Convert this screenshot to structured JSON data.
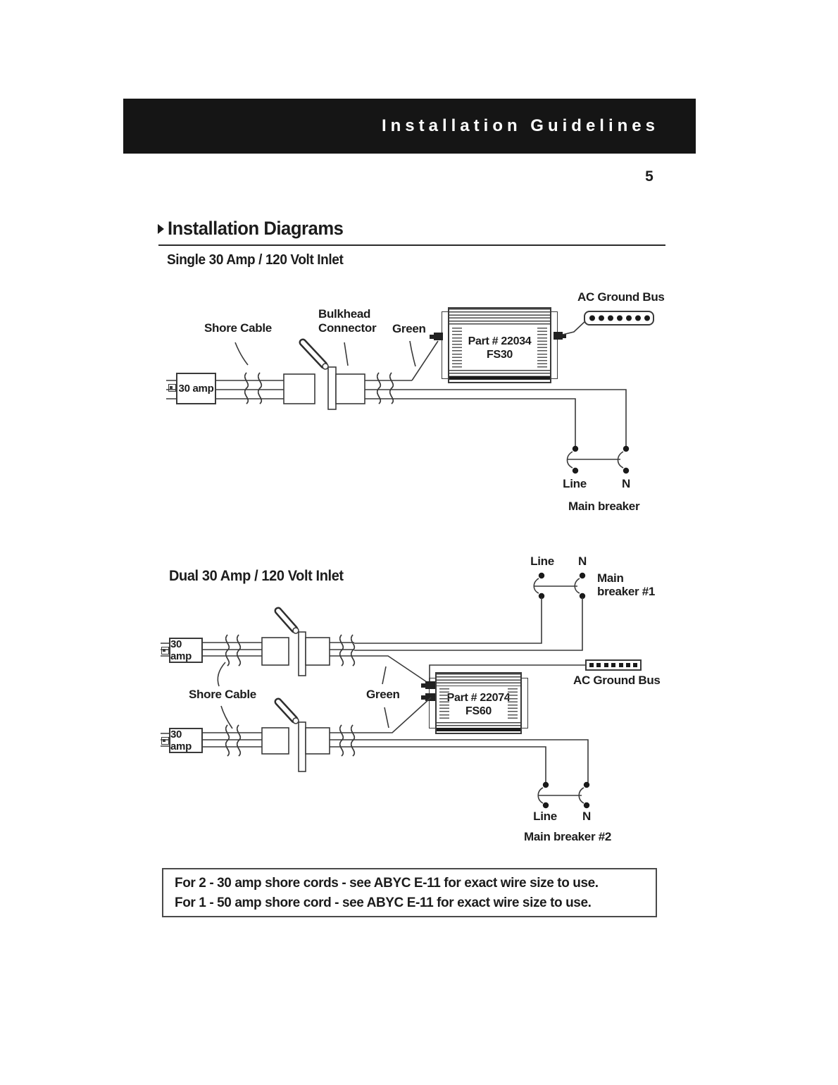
{
  "header": {
    "title": "Installation Guidelines",
    "page_number": "5"
  },
  "section": {
    "title": "Installation Diagrams"
  },
  "diagram_single": {
    "title": "Single 30 Amp / 120 Volt Inlet",
    "inlet_label": "30 amp",
    "shore_cable_label": "Shore Cable",
    "bulkhead_label": "Bulkhead\nConnector",
    "green_label": "Green",
    "isolator": {
      "part": "Part # 22034",
      "model": "FS30"
    },
    "ground_bus_label": "AC Ground Bus",
    "breaker": {
      "line": "Line",
      "neutral": "N",
      "caption": "Main breaker"
    }
  },
  "diagram_dual": {
    "title": "Dual 30 Amp / 120 Volt Inlet",
    "inlet1_label": "30 amp",
    "inlet2_label": "30 amp",
    "shore_cable_label": "Shore Cable",
    "green_label": "Green",
    "isolator": {
      "part": "Part # 22074",
      "model": "FS60"
    },
    "ground_bus_label": "AC Ground Bus",
    "breaker1": {
      "line": "Line",
      "neutral": "N",
      "caption": "Main\nbreaker #1"
    },
    "breaker2": {
      "line": "Line",
      "neutral": "N",
      "caption": "Main breaker #2"
    }
  },
  "note": {
    "line1": "For 2 - 30 amp shore cords - see ABYC E-11 for exact wire size to use.",
    "line2": "For 1 - 50 amp shore cord - see ABYC E-11 for exact wire size to use."
  }
}
